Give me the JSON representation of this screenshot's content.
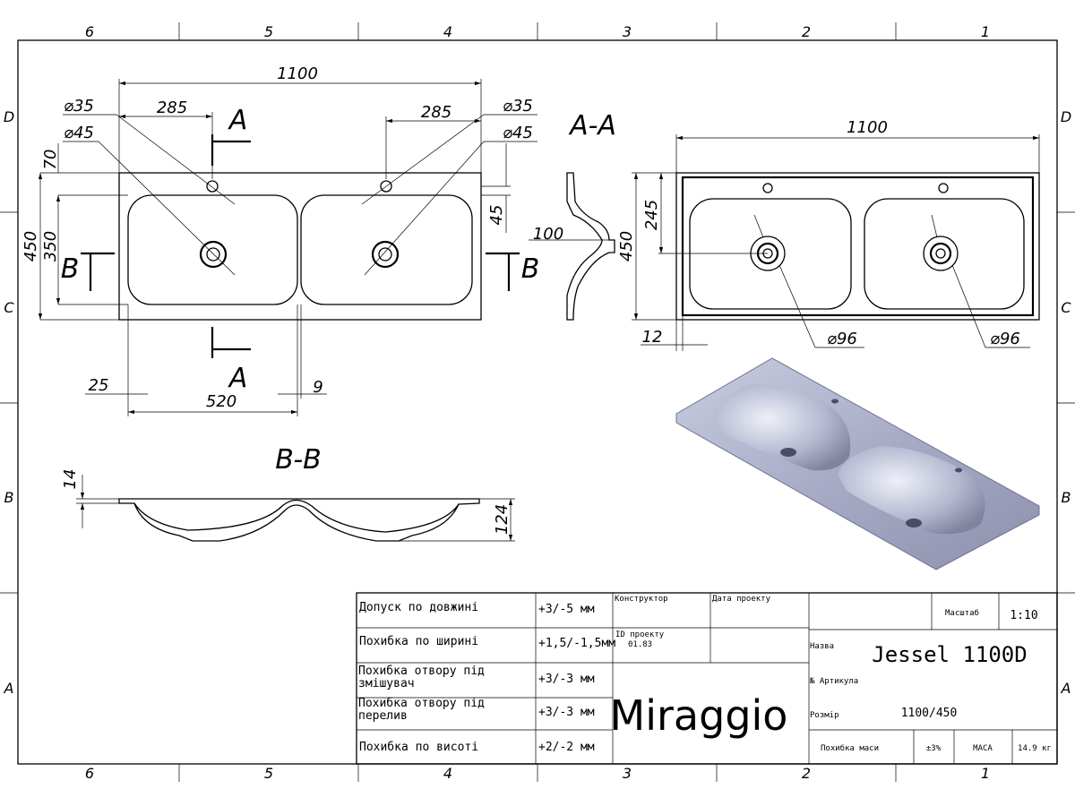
{
  "sheet": {
    "columns": [
      "6",
      "5",
      "4",
      "3",
      "2",
      "1"
    ],
    "rows": [
      "D",
      "C",
      "B",
      "A"
    ]
  },
  "front_view": {
    "overall_width": "1100",
    "tap_offset_left": "285",
    "tap_offset_right": "285",
    "tap_hole_left": "⌀35",
    "drain_left": "⌀45",
    "tap_hole_right": "⌀35",
    "drain_right": "⌀45",
    "section_a_top": "A",
    "section_a_bottom": "A",
    "section_b_left": "B",
    "section_b_right": "B",
    "tap_depth": "70",
    "overall_depth": "450",
    "basin_depth": "350",
    "drain_offset": "45",
    "edge_margin": "25",
    "basin_width": "520",
    "divider": "9"
  },
  "section_aa": {
    "title": "A-A",
    "height": "100"
  },
  "top_view": {
    "width": "1100",
    "depth": "450",
    "drain_pos": "245",
    "rim": "12",
    "drain_left": "⌀96",
    "drain_right": "⌀96"
  },
  "section_bb": {
    "title": "B-B",
    "rim_thickness": "14",
    "height": "124"
  },
  "title_block": {
    "tolerances": [
      {
        "label": "Допуск по довжині",
        "value": "+3/-5 мм"
      },
      {
        "label": "Похибка по ширині",
        "value": "+1,5/-1,5мм"
      },
      {
        "label": "Похибка отвору під змішувач",
        "value": "+3/-3 мм"
      },
      {
        "label": "Похибка отвору під перелив",
        "value": "+3/-3 мм"
      },
      {
        "label": "Похибка по висоті",
        "value": "+2/-2 мм"
      }
    ],
    "designer_label": "Конструктор",
    "date_label": "Дата проекту",
    "project_id_label": "ID проекту",
    "project_id": "01.83",
    "brand": "Miraggio",
    "scale_label": "Масштаб",
    "scale": "1:10",
    "name_label": "Назва",
    "name": "Jessel 1100D",
    "article_label": "№ Артикула",
    "size_label": "Розмір",
    "size": "1100/450",
    "mass_tolerance_label": "Похибка маси",
    "mass_tolerance": "±3%",
    "mass_label": "МАСА",
    "mass": "14.9 кг"
  },
  "colors": {
    "render_surface": "#a9aec9",
    "line": "#000000"
  }
}
